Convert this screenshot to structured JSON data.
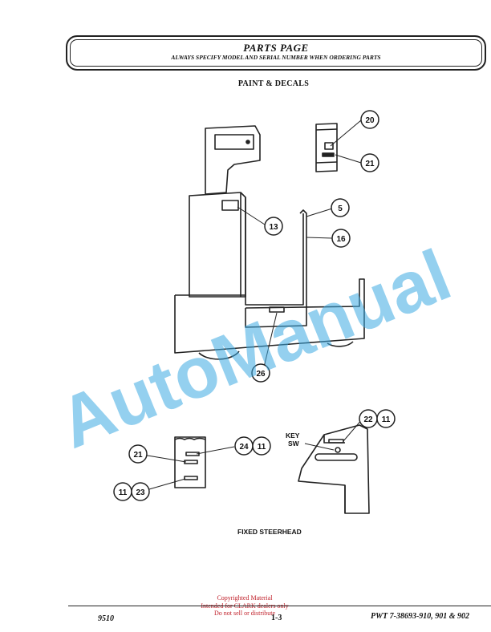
{
  "header": {
    "title": "PARTS PAGE",
    "subtitle": "ALWAYS SPECIFY MODEL AND SERIAL NUMBER WHEN ORDERING PARTS"
  },
  "section_title": "PAINT & DECALS",
  "callouts": {
    "c20": "20",
    "c21a": "21",
    "c5": "5",
    "c13": "13",
    "c16": "16",
    "c26": "26",
    "c22": "22",
    "c11a": "11",
    "c24": "24",
    "c11b": "11",
    "c21b": "21",
    "c11c": "11",
    "c23": "23"
  },
  "key_switch_label": {
    "line1": "KEY",
    "line2": "SW"
  },
  "caption": "FIXED STEERHEAD",
  "watermark": "AutoManual",
  "footer": {
    "left": "9510",
    "page": "1-3",
    "right": "PWT 7-38693-910, 901 & 902"
  },
  "stamp": {
    "line1": "Copyrighted Material",
    "line2": "Intended for CLARK dealers only",
    "line3": "Do not sell or distribute"
  }
}
